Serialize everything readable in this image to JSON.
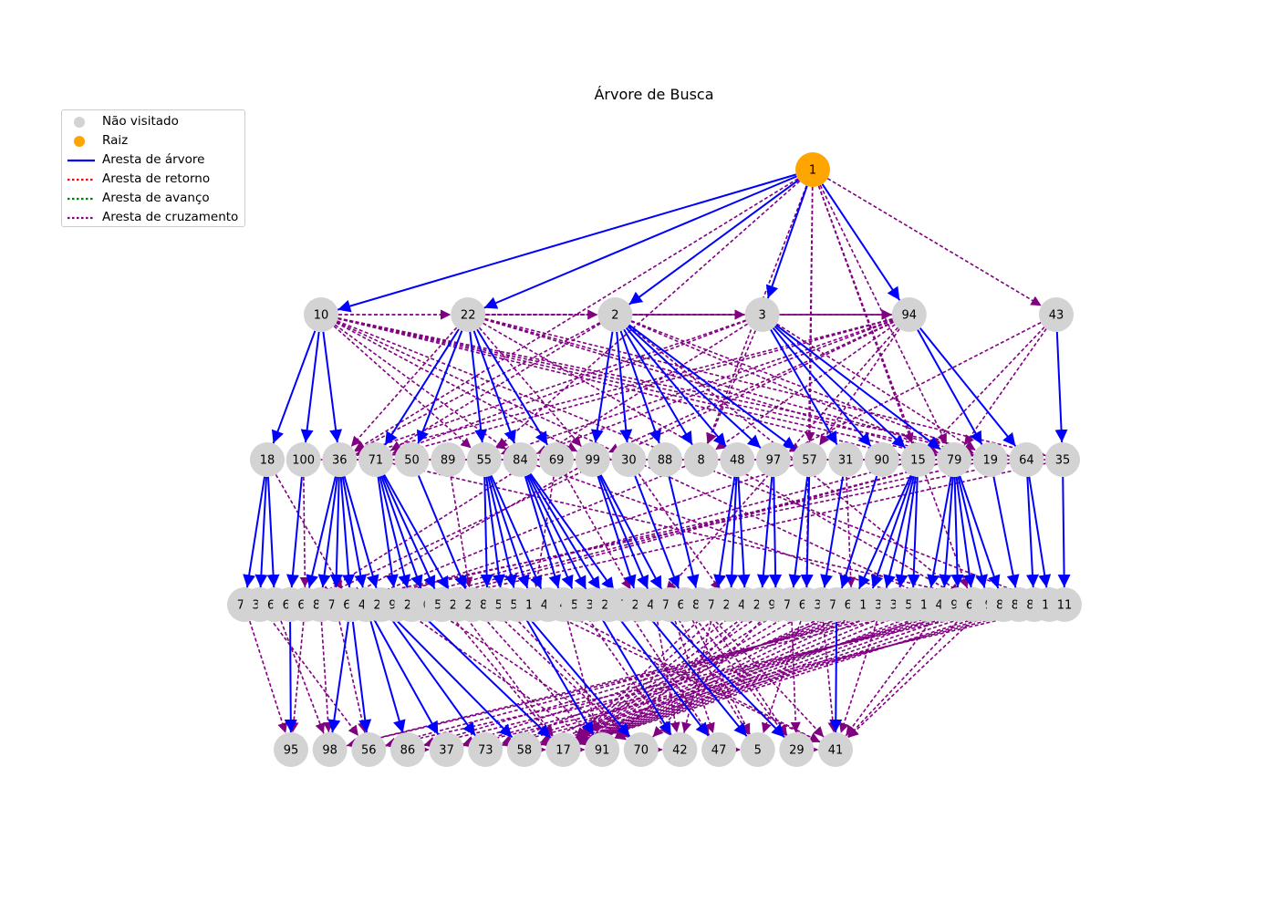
{
  "title": "Árvore de Busca",
  "legend": [
    {
      "kind": "marker",
      "color": "#d3d3d3",
      "label": "Não visitado"
    },
    {
      "kind": "marker",
      "color": "#ffa500",
      "label": "Raiz"
    },
    {
      "kind": "line",
      "style": "solid",
      "color": "#0000ff",
      "label": "Aresta de árvore"
    },
    {
      "kind": "line",
      "style": "dotted",
      "color": "#ff0000",
      "label": "Aresta de retorno"
    },
    {
      "kind": "line",
      "style": "dotted",
      "color": "#008000",
      "label": "Aresta de avanço"
    },
    {
      "kind": "line",
      "style": "dotted",
      "color": "#800080",
      "label": "Aresta de cruzamento"
    }
  ],
  "colors": {
    "unvisited": "#d3d3d3",
    "root": "#ffa500",
    "tree_edge": "#0000ff",
    "back_edge": "#ff0000",
    "forward_edge": "#008000",
    "cross_edge": "#800080"
  },
  "levels": [
    [
      "1"
    ],
    [
      "10",
      "22",
      "2",
      "3",
      "94",
      "43"
    ],
    [
      "18",
      "100",
      "36",
      "71",
      "50",
      "89",
      "55",
      "84",
      "69",
      "99",
      "30",
      "88",
      "8",
      "48",
      "97",
      "57",
      "31",
      "90",
      "15",
      "79",
      "19",
      "64",
      "35"
    ],
    [
      "77",
      "38",
      "67",
      "68",
      "62",
      "80",
      "74",
      "65",
      "40",
      "20",
      "96",
      "24",
      "6",
      "52",
      "21",
      "27",
      "82",
      "51",
      "59",
      "16",
      "49",
      "4",
      "54",
      "33",
      "26",
      "7",
      "23",
      "44",
      "76",
      "66",
      "83",
      "78",
      "25",
      "46",
      "28",
      "93",
      "75",
      "60",
      "32",
      "72",
      "63",
      "14",
      "34",
      "39",
      "53",
      "13",
      "45",
      "92",
      "61",
      "9",
      "81",
      "87",
      "85",
      "12",
      "11"
    ],
    [
      "95",
      "98",
      "56",
      "86",
      "37",
      "73",
      "58",
      "17",
      "91",
      "70",
      "42",
      "47",
      "5",
      "29",
      "41"
    ]
  ],
  "tree_edges": [
    [
      "1",
      "10"
    ],
    [
      "1",
      "22"
    ],
    [
      "1",
      "2"
    ],
    [
      "1",
      "3"
    ],
    [
      "1",
      "94"
    ],
    [
      "10",
      "18"
    ],
    [
      "10",
      "100"
    ],
    [
      "10",
      "36"
    ],
    [
      "22",
      "71"
    ],
    [
      "22",
      "50"
    ],
    [
      "22",
      "55"
    ],
    [
      "22",
      "84"
    ],
    [
      "22",
      "69"
    ],
    [
      "2",
      "99"
    ],
    [
      "2",
      "30"
    ],
    [
      "2",
      "88"
    ],
    [
      "2",
      "8"
    ],
    [
      "2",
      "48"
    ],
    [
      "2",
      "97"
    ],
    [
      "2",
      "57"
    ],
    [
      "3",
      "31"
    ],
    [
      "3",
      "90"
    ],
    [
      "3",
      "15"
    ],
    [
      "3",
      "79"
    ],
    [
      "94",
      "19"
    ],
    [
      "94",
      "64"
    ],
    [
      "43",
      "35"
    ],
    [
      "18",
      "77"
    ],
    [
      "18",
      "38"
    ],
    [
      "18",
      "67"
    ],
    [
      "100",
      "68"
    ],
    [
      "36",
      "62"
    ],
    [
      "36",
      "80"
    ],
    [
      "36",
      "74"
    ],
    [
      "36",
      "65"
    ],
    [
      "36",
      "40"
    ],
    [
      "36",
      "20"
    ],
    [
      "71",
      "96"
    ],
    [
      "71",
      "24"
    ],
    [
      "71",
      "6"
    ],
    [
      "71",
      "52"
    ],
    [
      "71",
      "21"
    ],
    [
      "50",
      "27"
    ],
    [
      "55",
      "82"
    ],
    [
      "55",
      "51"
    ],
    [
      "55",
      "59"
    ],
    [
      "55",
      "16"
    ],
    [
      "55",
      "49"
    ],
    [
      "84",
      "4"
    ],
    [
      "84",
      "54"
    ],
    [
      "84",
      "33"
    ],
    [
      "84",
      "26"
    ],
    [
      "84",
      "7"
    ],
    [
      "99",
      "23"
    ],
    [
      "99",
      "44"
    ],
    [
      "99",
      "76"
    ],
    [
      "30",
      "66"
    ],
    [
      "88",
      "83"
    ],
    [
      "48",
      "78"
    ],
    [
      "48",
      "25"
    ],
    [
      "48",
      "46"
    ],
    [
      "97",
      "28"
    ],
    [
      "97",
      "93"
    ],
    [
      "57",
      "75"
    ],
    [
      "57",
      "60"
    ],
    [
      "31",
      "32"
    ],
    [
      "90",
      "72"
    ],
    [
      "15",
      "63"
    ],
    [
      "15",
      "14"
    ],
    [
      "15",
      "34"
    ],
    [
      "15",
      "39"
    ],
    [
      "15",
      "53"
    ],
    [
      "79",
      "13"
    ],
    [
      "79",
      "45"
    ],
    [
      "79",
      "92"
    ],
    [
      "79",
      "61"
    ],
    [
      "79",
      "9"
    ],
    [
      "79",
      "81"
    ],
    [
      "19",
      "87"
    ],
    [
      "64",
      "85"
    ],
    [
      "64",
      "12"
    ],
    [
      "35",
      "11"
    ],
    [
      "68",
      "95"
    ],
    [
      "65",
      "98"
    ],
    [
      "65",
      "56"
    ],
    [
      "40",
      "86"
    ],
    [
      "40",
      "37"
    ],
    [
      "20",
      "73"
    ],
    [
      "20",
      "58"
    ],
    [
      "24",
      "17"
    ],
    [
      "59",
      "91"
    ],
    [
      "59",
      "70"
    ],
    [
      "33",
      "42"
    ],
    [
      "26",
      "47"
    ],
    [
      "23",
      "5"
    ],
    [
      "44",
      "29"
    ],
    [
      "72",
      "41"
    ]
  ],
  "cross_edges": [
    [
      "1",
      "57"
    ],
    [
      "1",
      "8"
    ],
    [
      "1",
      "55"
    ],
    [
      "1",
      "36"
    ],
    [
      "1",
      "79"
    ],
    [
      "1",
      "61"
    ],
    [
      "1",
      "43"
    ],
    [
      "1",
      "15"
    ],
    [
      "1",
      "60"
    ],
    [
      "10",
      "22"
    ],
    [
      "10",
      "94"
    ],
    [
      "10",
      "19"
    ],
    [
      "10",
      "79"
    ],
    [
      "10",
      "84"
    ],
    [
      "10",
      "55"
    ],
    [
      "10",
      "99"
    ],
    [
      "10",
      "15"
    ],
    [
      "10",
      "64"
    ],
    [
      "10",
      "45"
    ],
    [
      "10",
      "12"
    ],
    [
      "22",
      "2"
    ],
    [
      "22",
      "3"
    ],
    [
      "22",
      "94"
    ],
    [
      "22",
      "19"
    ],
    [
      "22",
      "99"
    ],
    [
      "22",
      "79"
    ],
    [
      "22",
      "35"
    ],
    [
      "22",
      "36"
    ],
    [
      "22",
      "61"
    ],
    [
      "2",
      "3"
    ],
    [
      "2",
      "36"
    ],
    [
      "2",
      "71"
    ],
    [
      "2",
      "94"
    ],
    [
      "2",
      "19"
    ],
    [
      "2",
      "79"
    ],
    [
      "2",
      "61"
    ],
    [
      "3",
      "94"
    ],
    [
      "3",
      "36"
    ],
    [
      "3",
      "71"
    ],
    [
      "3",
      "8"
    ],
    [
      "3",
      "19"
    ],
    [
      "3",
      "62"
    ],
    [
      "94",
      "36"
    ],
    [
      "94",
      "71"
    ],
    [
      "94",
      "55"
    ],
    [
      "94",
      "84"
    ],
    [
      "94",
      "99"
    ],
    [
      "94",
      "8"
    ],
    [
      "94",
      "57"
    ],
    [
      "94",
      "62"
    ],
    [
      "94",
      "44"
    ],
    [
      "43",
      "97"
    ],
    [
      "43",
      "15"
    ],
    [
      "43",
      "79"
    ],
    [
      "36",
      "100"
    ],
    [
      "36",
      "71"
    ],
    [
      "36",
      "55"
    ],
    [
      "36",
      "84"
    ],
    [
      "36",
      "19"
    ],
    [
      "36",
      "35"
    ],
    [
      "71",
      "55"
    ],
    [
      "71",
      "84"
    ],
    [
      "71",
      "99"
    ],
    [
      "71",
      "8"
    ],
    [
      "71",
      "19"
    ],
    [
      "71",
      "81"
    ],
    [
      "55",
      "84"
    ],
    [
      "55",
      "99"
    ],
    [
      "55",
      "97"
    ],
    [
      "55",
      "57"
    ],
    [
      "55",
      "64"
    ],
    [
      "84",
      "99"
    ],
    [
      "84",
      "57"
    ],
    [
      "84",
      "15"
    ],
    [
      "84",
      "64"
    ],
    [
      "84",
      "13"
    ],
    [
      "99",
      "57"
    ],
    [
      "99",
      "15"
    ],
    [
      "99",
      "79"
    ],
    [
      "99",
      "19"
    ],
    [
      "99",
      "74"
    ],
    [
      "8",
      "15"
    ],
    [
      "8",
      "79"
    ],
    [
      "8",
      "19"
    ],
    [
      "8",
      "65"
    ],
    [
      "57",
      "15"
    ],
    [
      "57",
      "79"
    ],
    [
      "57",
      "35"
    ],
    [
      "57",
      "40"
    ],
    [
      "15",
      "79"
    ],
    [
      "15",
      "64"
    ],
    [
      "15",
      "20"
    ],
    [
      "79",
      "19"
    ],
    [
      "79",
      "96"
    ],
    [
      "79",
      "24"
    ],
    [
      "19",
      "64"
    ],
    [
      "19",
      "74"
    ],
    [
      "64",
      "35"
    ],
    [
      "64",
      "80"
    ],
    [
      "35",
      "24"
    ],
    [
      "18",
      "65"
    ],
    [
      "69",
      "16"
    ],
    [
      "69",
      "23"
    ],
    [
      "30",
      "25"
    ],
    [
      "89",
      "27"
    ],
    [
      "90",
      "72"
    ],
    [
      "31",
      "63"
    ],
    [
      "100",
      "62"
    ],
    [
      "62",
      "95"
    ],
    [
      "80",
      "98"
    ],
    [
      "74",
      "56"
    ],
    [
      "52",
      "17"
    ],
    [
      "21",
      "17"
    ],
    [
      "27",
      "91"
    ],
    [
      "82",
      "70"
    ],
    [
      "51",
      "70"
    ],
    [
      "54",
      "42"
    ],
    [
      "7",
      "47"
    ],
    [
      "76",
      "5"
    ],
    [
      "66",
      "29"
    ],
    [
      "78",
      "17"
    ],
    [
      "25",
      "17"
    ],
    [
      "46",
      "17"
    ],
    [
      "28",
      "17"
    ],
    [
      "93",
      "17"
    ],
    [
      "75",
      "17"
    ],
    [
      "60",
      "17"
    ],
    [
      "32",
      "17"
    ],
    [
      "63",
      "17"
    ],
    [
      "14",
      "17"
    ],
    [
      "34",
      "17"
    ],
    [
      "39",
      "17"
    ],
    [
      "53",
      "17"
    ],
    [
      "13",
      "17"
    ],
    [
      "45",
      "17"
    ],
    [
      "92",
      "17"
    ],
    [
      "61",
      "17"
    ],
    [
      "9",
      "17"
    ],
    [
      "81",
      "17"
    ],
    [
      "87",
      "17"
    ],
    [
      "63",
      "58"
    ],
    [
      "14",
      "73"
    ],
    [
      "34",
      "37"
    ],
    [
      "39",
      "86"
    ],
    [
      "53",
      "56"
    ],
    [
      "13",
      "98"
    ],
    [
      "45",
      "98"
    ],
    [
      "92",
      "58"
    ],
    [
      "61",
      "73"
    ],
    [
      "9",
      "37"
    ],
    [
      "81",
      "86"
    ],
    [
      "87",
      "56"
    ],
    [
      "85",
      "58"
    ],
    [
      "12",
      "73"
    ],
    [
      "11",
      "37"
    ],
    [
      "16",
      "41"
    ],
    [
      "49",
      "41"
    ],
    [
      "83",
      "41"
    ],
    [
      "32",
      "41"
    ],
    [
      "34",
      "41"
    ],
    [
      "45",
      "41"
    ],
    [
      "61",
      "41"
    ],
    [
      "9",
      "41"
    ],
    [
      "96",
      "91"
    ],
    [
      "6",
      "70"
    ],
    [
      "4",
      "91"
    ],
    [
      "44",
      "42"
    ],
    [
      "76",
      "47"
    ],
    [
      "66",
      "5"
    ],
    [
      "83",
      "29"
    ],
    [
      "78",
      "42"
    ],
    [
      "28",
      "91"
    ],
    [
      "93",
      "70"
    ],
    [
      "75",
      "29"
    ],
    [
      "60",
      "5"
    ],
    [
      "17",
      "91"
    ],
    [
      "70",
      "42"
    ],
    [
      "47",
      "5"
    ],
    [
      "29",
      "41"
    ],
    [
      "58",
      "17"
    ],
    [
      "86",
      "37"
    ],
    [
      "67",
      "98"
    ],
    [
      "38",
      "56"
    ],
    [
      "77",
      "95"
    ]
  ]
}
